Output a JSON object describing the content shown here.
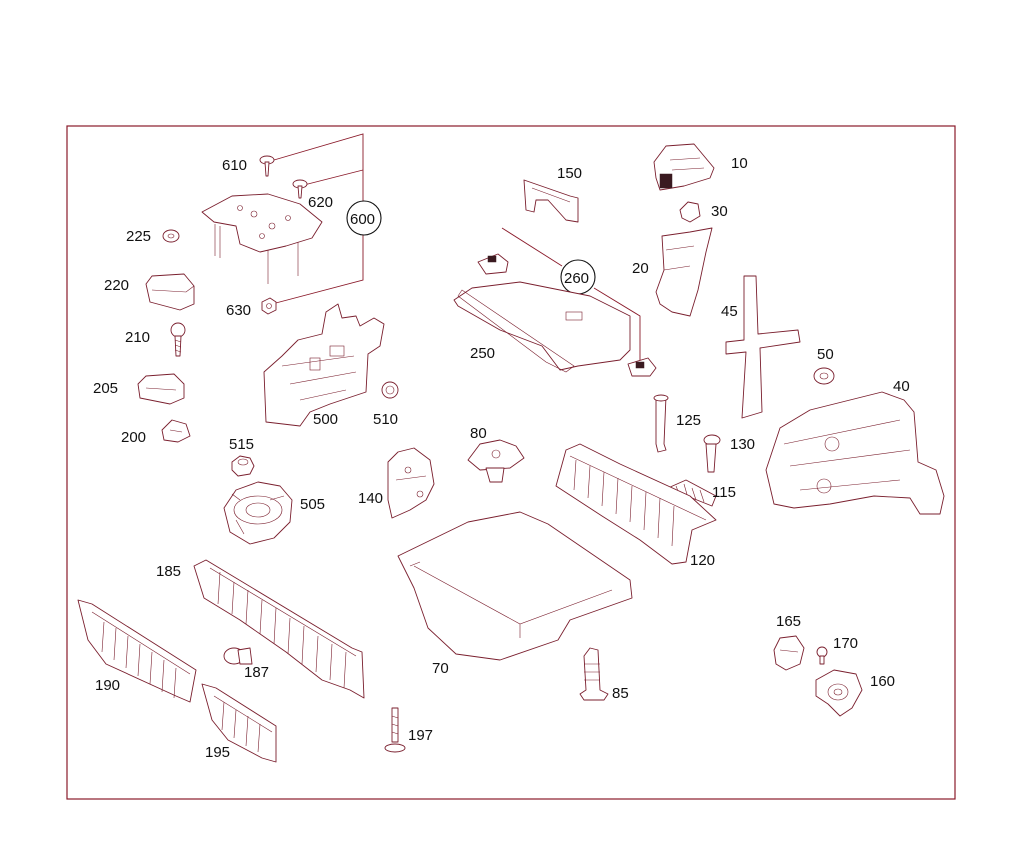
{
  "callouts": {
    "p10": "10",
    "p20": "20",
    "p30": "30",
    "p40": "40",
    "p45": "45",
    "p50": "50",
    "p70": "70",
    "p80": "80",
    "p85": "85",
    "p115": "115",
    "p120": "120",
    "p125": "125",
    "p130": "130",
    "p140": "140",
    "p150": "150",
    "p160": "160",
    "p165": "165",
    "p170": "170",
    "p185": "185",
    "p187": "187",
    "p190": "190",
    "p195": "195",
    "p197": "197",
    "p200": "200",
    "p205": "205",
    "p210": "210",
    "p220": "220",
    "p225": "225",
    "p250": "250",
    "p260": "260",
    "p500": "500",
    "p505": "505",
    "p510": "510",
    "p515": "515",
    "p600": "600",
    "p610": "610",
    "p620": "620",
    "p630": "630"
  },
  "colors": {
    "frame": "#8a1a2a",
    "outline": "#7a1f2e",
    "text": "#111111"
  }
}
